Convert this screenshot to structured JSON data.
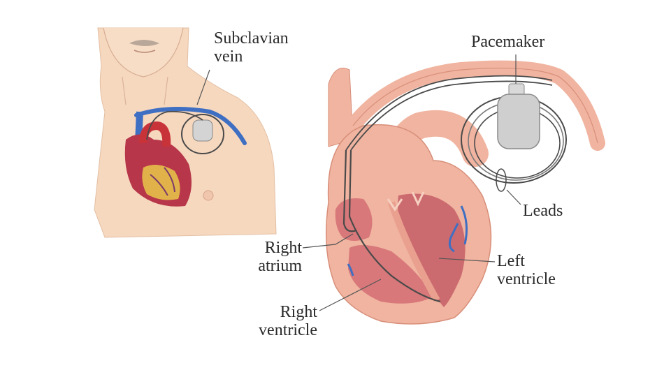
{
  "labels": {
    "subclavian_vein": {
      "line1": "Subclavian",
      "line2": "vein"
    },
    "pacemaker": "Pacemaker",
    "leads": "Leads",
    "right_atrium": {
      "line1": "Right",
      "line2": "atrium"
    },
    "left_ventricle": {
      "line1": "Left",
      "line2": "ventricle"
    },
    "right_ventricle": {
      "line1": "Right",
      "line2": "ventricle"
    }
  },
  "colors": {
    "skin": "#f6d8bf",
    "heart_wall": "#f0b4a0",
    "heart_inner": "#d8787a",
    "vein_blue": "#3f6fc2",
    "heart_red": "#c8333a",
    "fat_yellow": "#e4b94a",
    "device_gray": "#cfcfcf",
    "lead_dark": "#4a4a4a"
  }
}
